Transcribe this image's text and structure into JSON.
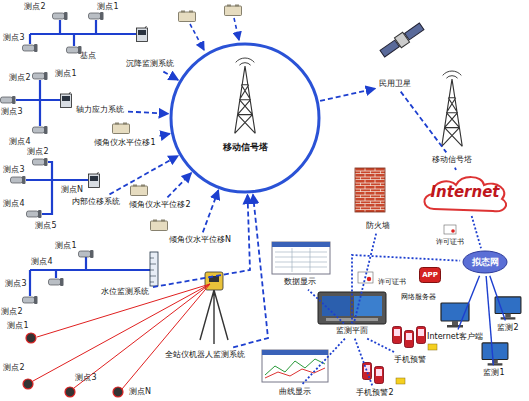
{
  "diagram": {
    "nodes": [
      {
        "text": [
          "移动信号塔"
        ]
      },
      {
        "text": [
          "沉降监测系统"
        ]
      },
      {
        "text": [
          "轴力应力系统"
        ]
      },
      {
        "text": [
          "内部位移系统"
        ]
      },
      {
        "text": [
          "倾角仪水平位移1"
        ]
      },
      {
        "text": [
          "倾角仪水平位移2"
        ]
      },
      {
        "text": [
          "倾角仪水平位移N"
        ]
      },
      {
        "text": [
          "水位监测系统"
        ]
      },
      {
        "text": [
          "全站仪机器人监测系统"
        ]
      },
      {
        "text": [
          "民用卫星"
        ]
      },
      {
        "text": [
          "移动信号塔"
        ]
      },
      {
        "text": [
          "Internet"
        ]
      },
      {
        "text": [
          "防火墙"
        ]
      },
      {
        "text": [
          "许可证书"
        ]
      },
      {
        "text": [
          "拟态网"
        ]
      },
      {
        "text": [
          "网络服务器"
        ]
      },
      {
        "text": [
          "APP"
        ]
      },
      {
        "text": [
          "许可证书"
        ]
      },
      {
        "text": [
          "数据显示"
        ]
      },
      {
        "text": [
          "监测平面"
        ]
      },
      {
        "text": [
          "曲线显示"
        ]
      },
      {
        "text": [
          "手机预警"
        ]
      },
      {
        "text": [
          "手机预警2"
        ]
      },
      {
        "text": [
          "Internet客户端"
        ]
      },
      {
        "text": [
          "监测2"
        ]
      },
      {
        "text": [
          "监测1"
        ]
      }
    ],
    "edges": [
      {
        "from": 1,
        "to": 0,
        "arrow": "to"
      },
      {
        "from": 2,
        "to": 0,
        "arrow": "to"
      },
      {
        "from": 3,
        "to": 0,
        "arrow": "to"
      },
      {
        "from": 4,
        "to": 0,
        "arrow": "to"
      },
      {
        "from": 5,
        "to": 0,
        "arrow": "to"
      },
      {
        "from": 6,
        "to": 0,
        "arrow": "to"
      },
      {
        "from": 7,
        "to": 0,
        "arrow": "to"
      },
      {
        "from": 8,
        "to": 0,
        "arrow": "to"
      },
      {
        "from": 0,
        "to": 9,
        "arrow": "to"
      },
      {
        "from": 9,
        "to": 10,
        "arrow": "none"
      },
      {
        "from": 10,
        "to": 11,
        "arrow": "none"
      },
      {
        "from": 11,
        "to": 14,
        "arrow": "none"
      },
      {
        "from": 12,
        "to": 19,
        "arrow": "none"
      },
      {
        "from": 19,
        "to": 14,
        "arrow": "none"
      },
      {
        "from": 14,
        "to": 23,
        "arrow": "none"
      },
      {
        "from": 14,
        "to": 24,
        "arrow": "none"
      },
      {
        "from": 14,
        "to": 25,
        "arrow": "none"
      },
      {
        "from": 19,
        "to": 18,
        "arrow": "none"
      },
      {
        "from": 19,
        "to": 20,
        "arrow": "none"
      },
      {
        "from": 19,
        "to": 21,
        "arrow": "none"
      },
      {
        "from": 19,
        "to": 22,
        "arrow": "none"
      }
    ],
    "labels": [
      "测点2",
      "测点1",
      "测点3",
      "基点",
      "测点1",
      "测点2",
      "测点3",
      "测点4",
      "测点2",
      "测点3",
      "测点N",
      "测点4",
      "测点5",
      "测点1",
      "测点4",
      "测点3",
      "测点2",
      "测点1",
      "测点2",
      "测点3",
      "测点N"
    ]
  }
}
